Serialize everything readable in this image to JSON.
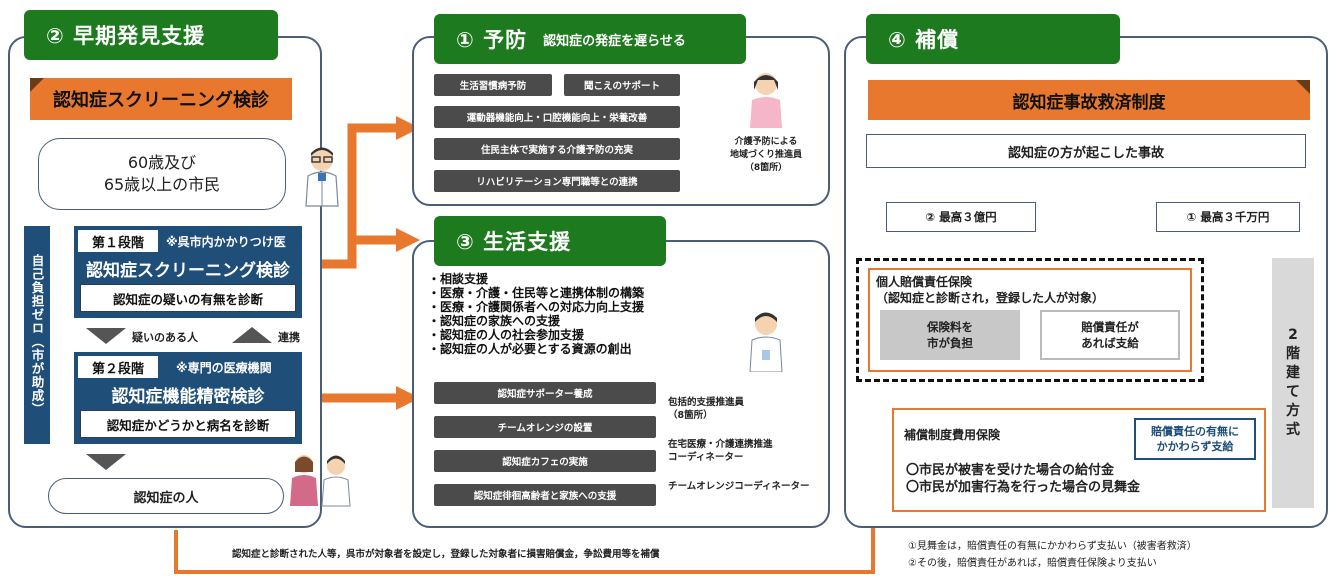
{
  "early": {
    "header": "② 早期発見支援",
    "screening_bar": "認知症スクリーニング検診",
    "target": [
      "60歳及び",
      "65歳以上の市民"
    ],
    "side_label": "自己負担ゼロ（市が助成）",
    "stage1": {
      "label": "第１段階",
      "note": "※呉市内かかりつけ医",
      "title": "認知症スクリーニング検診",
      "desc": "認知症の疑いの有無を診断"
    },
    "arrow_down_label": "疑いのある人",
    "arrow_up_label": "連携",
    "stage2": {
      "label": "第２段階",
      "note": "※専門の医療機関",
      "title": "認知症機能精密検診",
      "desc": "認知症かどうかと病名を診断"
    },
    "result": "認知症の人"
  },
  "prevention": {
    "header": "① 予防",
    "header_sub": "認知症の発症を遅らせる",
    "items": [
      "生活習慣病予防",
      "聞こえのサポート",
      "運動器機能向上・口腔機能向上・栄養改善",
      "住民主体で実施する介護予防の充実",
      "リハビリテーション専門職等との連携"
    ],
    "staff": [
      "介護予防による",
      "地域づくり推進員",
      "（8箇所）"
    ]
  },
  "life": {
    "header": "③ 生活支援",
    "bullets": [
      "・相談支援",
      "・医療・介護・住民等と連携体制の構築",
      "・医療・介護関係者への対応力向上支援",
      "・認知症の家族への支援",
      "・認知症の人の社会参加支援",
      "・認知症の人が必要とする資源の創出"
    ],
    "items": [
      "認知症サポーター養成",
      "チームオレンジの設置",
      "認知症カフェの実施",
      "認知症徘徊高齢者と家族への支援"
    ],
    "staff1": [
      "包括的支援推進員",
      "（8箇所）"
    ],
    "staff2": [
      "在宅医療・介護連携推進",
      "コーディネーター"
    ],
    "staff3": "チームオレンジコーディネーター"
  },
  "comp": {
    "header": "④ 補償",
    "bar": "認知症事故救済制度",
    "accident": "認知症の方が起こした事故",
    "max2": "② 最高３億円",
    "max1": "① 最高３千万円",
    "liability_title": [
      "個人賠償責任保険",
      "（認知症と診断され，登録した人が対象）"
    ],
    "premium": [
      "保険料を",
      "市が負担"
    ],
    "pay_if": [
      "賠償責任が",
      "あれば支給"
    ],
    "two_tier": [
      "2",
      "階",
      "建",
      "て",
      "方",
      "式"
    ],
    "expense_title": "補償制度費用保険",
    "regardless": [
      "賠償責任の有無に",
      "かかわらず支給"
    ],
    "expense_items": [
      "〇市民が被害を受けた場合の給付金",
      "〇市民が加害行為を行った場合の見舞金"
    ]
  },
  "footer": "認知症と診断された人等，呉市が対象者を設定し，登録した対象者に損害賠償金，争訟費用等を補償",
  "notes": [
    "①見舞金は，賠償責任の有無にかかわらず支払い（被害者救済）",
    "②その後，賠償責任があれば，賠償責任保険より支払い"
  ],
  "colors": {
    "green": "#1e7a1e",
    "orange": "#e8782e",
    "navy": "#1f4e79",
    "gray": "#4b4b4b"
  }
}
